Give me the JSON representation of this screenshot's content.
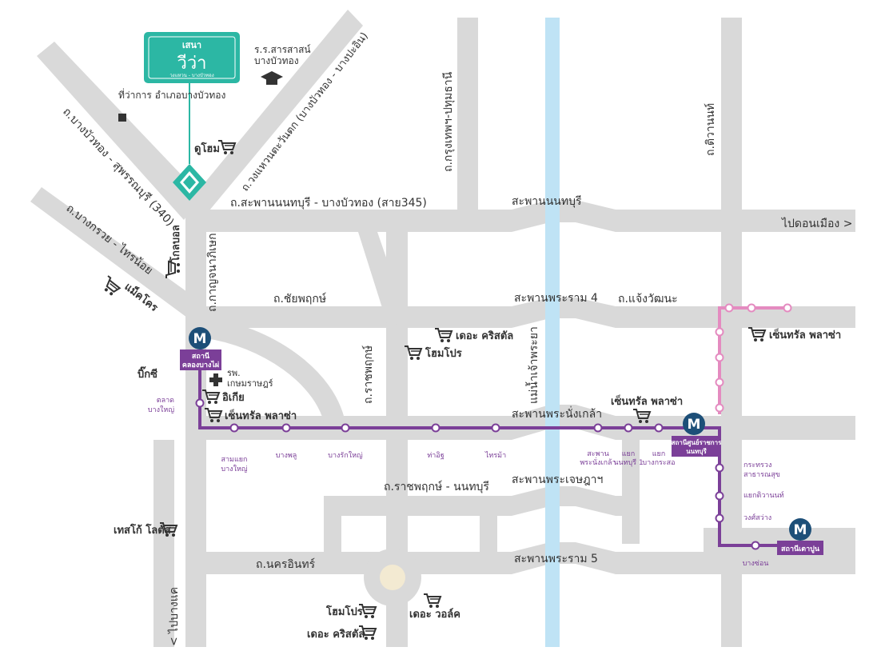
{
  "colors": {
    "road": "#d9d9d9",
    "river": "#bfe3f5",
    "purple_line": "#7b3f98",
    "pink_line": "#e48bc0",
    "brand": "#2cb7a4",
    "metro_icon": "#1d4f78",
    "text": "#333333"
  },
  "brand": {
    "line1": "เสนา",
    "line2": "วีว่า",
    "line3": "วงแหวน - บางบัวทอง"
  },
  "roads": {
    "r1": "ถ.บางบัวทอง - สุพรรณบุรี (340)",
    "r2": "ถ.บางกรวย - ไทรน้อย",
    "r3": "ถ.วงแหวนตะวันตก (บางบัวทอง - บางปะอิน)",
    "r4": "ถ.สะพานนนทบุรี - บางบัวทอง (สาย345)",
    "r5": "ถ.กรุงเทพฯ-ปทุมธานี",
    "r6": "ถ.ติวานนท์",
    "r7": "ถ.กาญจนาภิเษก",
    "r8": "ถ.ชัยพฤกษ์",
    "r9": "ถ.ราชพฤกษ์",
    "r10": "ถ.แจ้งวัฒนะ",
    "r11": "ถ.ราชพฤกษ์ - นนทบุรี",
    "r12": "ถ.นครอินทร์",
    "river": "แม่น้ำเจ้าพระยา"
  },
  "bridges": {
    "b1": "สะพานนนทบุรี",
    "b2": "สะพานพระราม 4",
    "b3": "สะพานพระนั่งเกล้า",
    "b4": "สะพานพระเจษฎาฯ",
    "b5": "สะพานพระราม 5"
  },
  "directions": {
    "don_mueang": "ไปดอนเมือง >",
    "bang_khae": "< ไปบางแค"
  },
  "places": {
    "amphoe": "ที่ว่าการ อำเภอบางบัวทอง",
    "school_l1": "ร.ร.สารสาสน์",
    "school_l2": "บางบัวทอง",
    "hospital_l1": "รพ.",
    "hospital_l2": "เกษมราษฎร์"
  },
  "stores": {
    "dohome": "ดูโฮม",
    "global": "โกลบอล",
    "makro": "แม็คโคร",
    "bigc": "บิ๊กซี",
    "ikea": "อิเกีย",
    "central_west": "เซ็นทรัล พลาซ่า",
    "crystal_mid": "เดอะ คริสตัล",
    "homepro_mid": "โฮมโปร",
    "central_east": "เซ็นทรัล พลาซ่า",
    "central_ne": "เซ็นทรัล พลาซ่า",
    "lotus": "เทสโก้ โลตัส",
    "homepro_s": "โฮมโปร",
    "crystal_s": "เดอะ คริสตัล",
    "thewalk": "เดอะ วอล์ค"
  },
  "stations": {
    "terminal_west_l1": "สถานี",
    "terminal_west_l2": "คลองบางไผ่",
    "terminal_center_l1": "สถานีศูนย์ราชการ",
    "terminal_center_l2": "นนทบุรี",
    "terminal_east": "สถานีเตาปูน",
    "talat_l1": "ตลาด",
    "talat_l2": "บางใหญ่",
    "s1_l1": "สามแยก",
    "s1_l2": "บางใหญ่",
    "s2": "บางพลู",
    "s3": "บางรักใหญ่",
    "s4": "ท่าอิฐ",
    "s5": "ไทรม้า",
    "s6_l1": "สะพาน",
    "s6_l2": "พระนั่งเกล้า",
    "s7_l1": "แยก",
    "s7_l2": "นนทบุรี 1",
    "s8_l1": "แยก",
    "s8_l2": "บางกระสอ",
    "p1_l1": "กระทรวง",
    "p1_l2": "สาธารณสุข",
    "p2": "แยกติวานนท์",
    "p3": "วงศ์สว่าง",
    "p4": "บางซ่อน"
  }
}
